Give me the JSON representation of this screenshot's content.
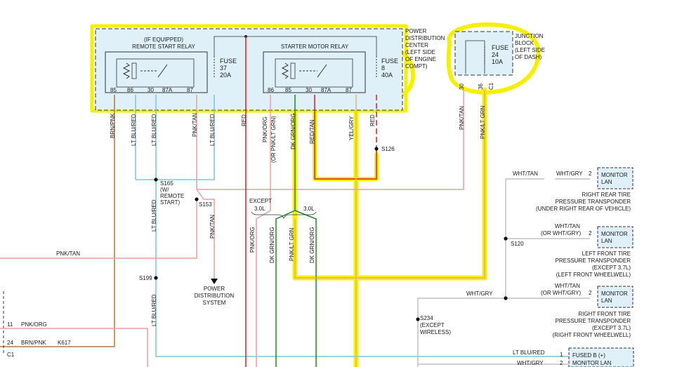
{
  "colors": {
    "highlight": "#f4f000",
    "box_fill": "#dff0f8",
    "red": "#d62020",
    "pink": "#e8a0a0",
    "green": "#1f8a2a",
    "lt_blue": "#7fc3d8",
    "brown": "#b07840",
    "gray": "#9a9a9a"
  },
  "remote_start_relay": {
    "title": "(IF EQUIPPED)",
    "subtitle": "REMOTE START RELAY",
    "pins": [
      "85",
      "86",
      "30",
      "87A",
      "87"
    ]
  },
  "starter_motor_relay": {
    "title": "STARTER MOTOR RELAY",
    "pins": [
      "86",
      "85",
      "30",
      "87A",
      "87"
    ]
  },
  "fuse37": {
    "line1": "FUSE",
    "line2": "37",
    "line3": "20A"
  },
  "fuse8": {
    "line1": "FUSE",
    "line2": "8",
    "line3": "40A"
  },
  "fuse24": {
    "line1": "FUSE",
    "line2": "24",
    "line3": "10A"
  },
  "pdc_label": [
    "POWER",
    "DISTRIBUTION",
    "CENTER",
    "(LEFT SIDE",
    "OF ENGINE",
    "COMPT)"
  ],
  "junction_label": [
    "JUNCTION",
    "BLOCK",
    "(LEFT SIDE",
    "OF DASH)"
  ],
  "junction_pins": [
    "30",
    "36",
    "C1"
  ],
  "wire_labels": {
    "brn_pnk": "BRN/PNK",
    "lt_blu_red_1": "LT BLU/RED",
    "lt_blu_red_2": "LT BLU/RED",
    "pnk_tan_1": "PNK/TAN",
    "lt_blu_red_3": "LT BLU/RED",
    "red_1": "RED",
    "pnk_org_top": "PNK/ORG",
    "pnk_lt_grn_alt": "(OR PNK/LT GRN)",
    "dk_grn_org_top": "DK GRN/ORG",
    "red_tan": "RED/TAN",
    "yel_gry": "YEL/GRY",
    "red_2": "RED",
    "pnk_tan_2": "PNK/TAN",
    "pnk_lt_grn_top": "PNK/LT GRN",
    "lt_blu_red_mid": "LT BLU/RED",
    "pnk_tan_pds": "PNK/TAN",
    "pnk_org_mid": "PNK/ORG",
    "dk_grn_org_mid": "DK GRN/ORG",
    "pnk_lt_grn_mid": "PNK/LT GRN",
    "dk_grn_org_mid2": "DK GRN/ORG",
    "lt_blu_red_low": "LT BLU/RED",
    "pnk_tan_horiz": "PNK/TAN",
    "wht_tan_1": "WHT/TAN",
    "wht_gry_1": "WHT/GRY",
    "wht_tan_2": "WHT/TAN",
    "or_wht_gry_2": "(OR WHT/GRY)",
    "wht_tan_3": "WHT/TAN",
    "or_wht_gry_3": "(OR WHT/GRY)",
    "wht_gry_main": "WHT/GRY",
    "lt_blu_red_bottom": "LT BLU/RED",
    "wht_gry_bottom": "WHT/GRY"
  },
  "splices": {
    "s126": "S126",
    "s165": [
      "S165",
      "(W/",
      "REMOTE",
      "START)"
    ],
    "s153": "S153",
    "s199": "S199",
    "s120": "S120",
    "s234": [
      "S234",
      "(EXCEPT",
      "WIRELESS)"
    ]
  },
  "except_label": {
    "line1": "EXCEPT",
    "line2": "3.0L",
    "right": "3.0L"
  },
  "pds_label": [
    "POWER",
    "DISTRIBUTION",
    "SYSTEM"
  ],
  "monitors": {
    "rr": {
      "pin": "2",
      "box": [
        "MONITOR",
        "LAN"
      ],
      "desc": [
        "RIGHT REAR TIRE",
        "PRESSURE TRANSPONDER",
        "(UNDER RIGHT REAR OF VEHICLE)"
      ]
    },
    "lf": {
      "pin": "2",
      "box": [
        "MONITOR",
        "LAN"
      ],
      "desc": [
        "LEFT FRONT TIRE",
        "PRESSURE TRANSPONDER",
        "(EXCEPT 3.7L)",
        "(LEFT FRONT WHEELWELL)"
      ]
    },
    "rf": {
      "pin": "2",
      "box": [
        "MONITOR",
        "LAN"
      ],
      "desc": [
        "RIGHT FRONT TIRE",
        "PRESSURE TRANSPONDER",
        "(EXCEPT 3.7L)",
        "(RIGHT FRONT WHEELWELL)"
      ]
    },
    "fused": {
      "pin1": "1",
      "pin2": "2",
      "box": [
        "FUSED B (+)",
        "MONITOR LAN"
      ]
    }
  },
  "connector_c1": {
    "pin11": "11",
    "pin11_wire": "PNK/ORG",
    "pin24": "24",
    "pin24_wire": "BRN/PNK",
    "circuit": "K617",
    "name": "C1"
  }
}
